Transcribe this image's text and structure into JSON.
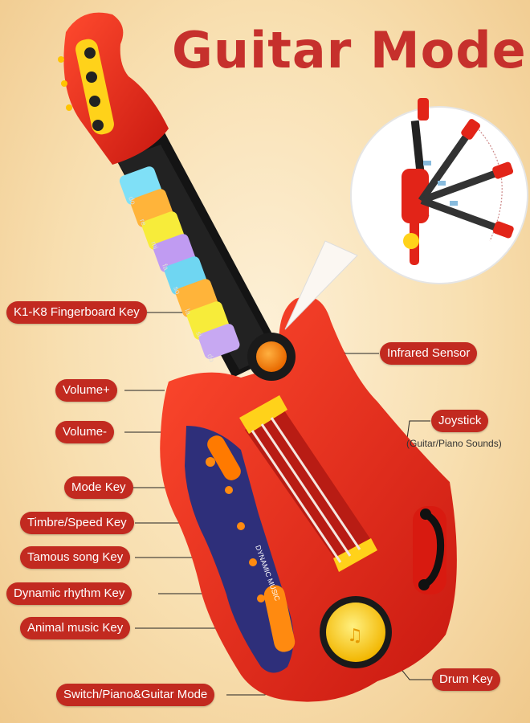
{
  "title": "Guitar Mode",
  "callouts": {
    "fingerboard": "K1-K8 Fingerboard Key",
    "volume_up": "Volume+",
    "volume_down": "Volume-",
    "mode": "Mode Key",
    "timbre": "Timbre/Speed Key",
    "famous": "Tamous song Key",
    "rhythm": "Dynamic rhythm Key",
    "animal": "Animal music Key",
    "switch": "Switch/Piano&Guitar Mode",
    "infrared": "Infrared Sensor",
    "joystick": "Joystick",
    "joystick_sub": "(Guitar/Piano Sounds)",
    "drum": "Drum Key"
  },
  "fret_notes": [
    "do",
    "re",
    "mi",
    "fa",
    "so",
    "la",
    "si",
    "do"
  ],
  "panel_text": "DYNAMIC MUSIC",
  "colors": {
    "title": "#c6302c",
    "pill": "#c22a20",
    "body_red": "#e22418",
    "accent_yellow": "#ffd21a",
    "accent_orange": "#ff8a10"
  },
  "icons": [
    "guitar-toy-illustration",
    "infrared-sensor-icon",
    "drum-pad-icon",
    "joystick-icon",
    "rotation-inset-illustration"
  ]
}
